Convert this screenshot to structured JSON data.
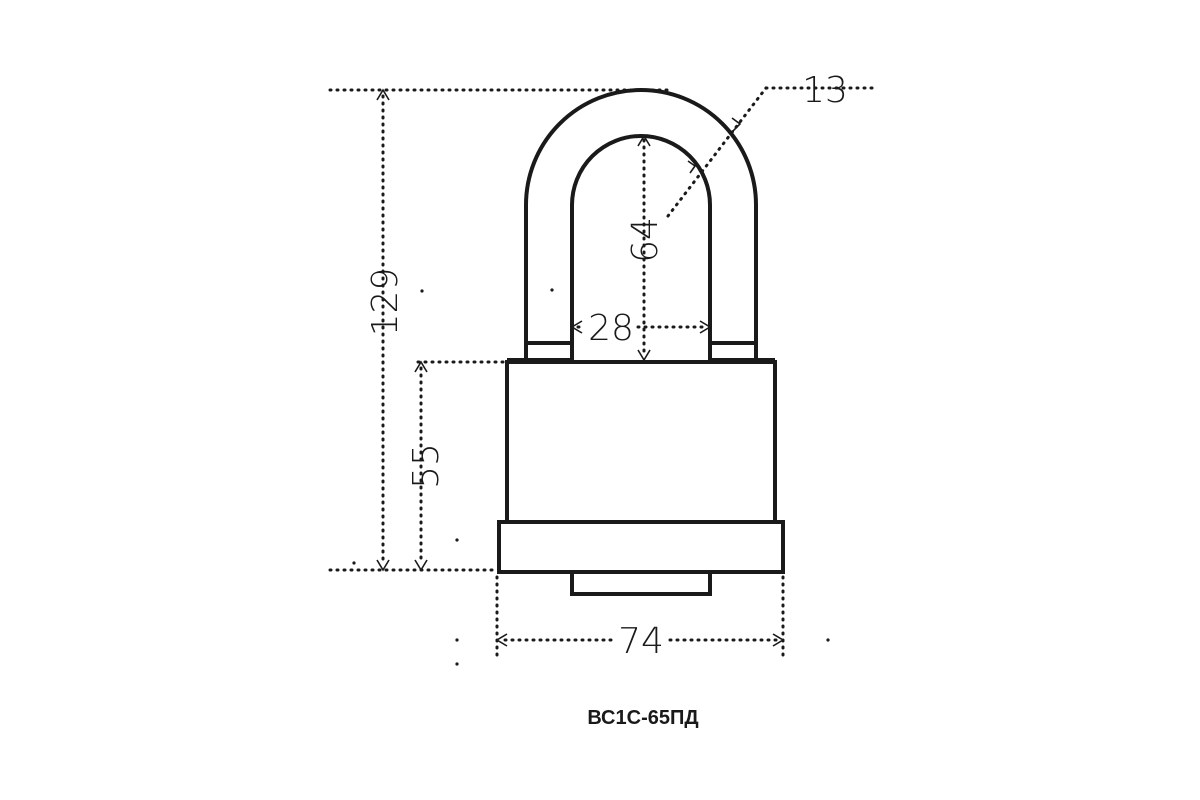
{
  "dimensions": {
    "overall_height": "129",
    "body_height": "55",
    "shackle_clearance": "64",
    "shackle_inner_width": "28",
    "shackle_thickness": "13",
    "body_width": "74"
  },
  "model": "ВС1С-65ПД",
  "colors": {
    "line": "#1a1a1a",
    "background": "#ffffff"
  }
}
